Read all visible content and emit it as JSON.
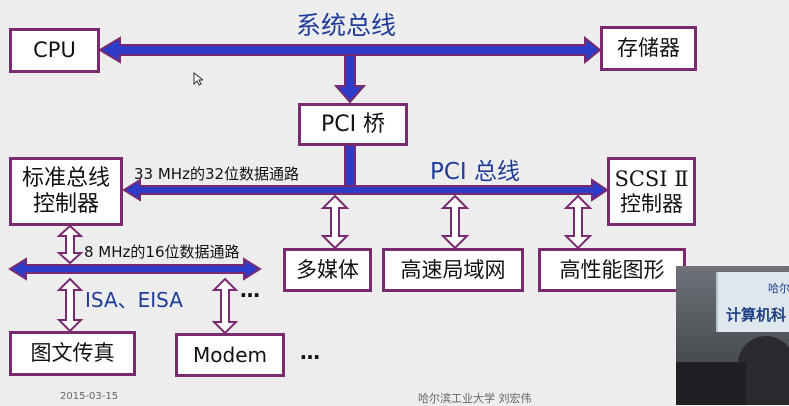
{
  "title": "系统总线",
  "nodes": {
    "cpu": "CPU",
    "memory": "存储器",
    "pci_bridge": "PCI 桥",
    "std_bus_ctrl": [
      "标准总线",
      "控制器"
    ],
    "scsi_ctrl": [
      "SCSI Ⅱ",
      "控制器"
    ],
    "multimedia": "多媒体",
    "lan": "高速局域网",
    "graphics": "高性能图形",
    "graphics_text": "图文传真",
    "modem": "Modem"
  },
  "labels": {
    "pci_bus": "PCI 总线",
    "pci_rate": "33 MHz的32位数据通路",
    "isa_rate": "8 MHz的16位数据通路",
    "isa_eisa": "ISA、EISA",
    "ellipsis_right": "…",
    "ellipsis_bottom": "…"
  },
  "footer": {
    "date": "2015-03-15",
    "author": "哈尔滨工业大学 刘宏伟"
  },
  "video": {
    "banner_top": "哈尔",
    "banner": "计算机科"
  },
  "colors": {
    "box_border": "#7a2a6e",
    "bus_fill": "#2c3cc9",
    "bus_outline": "#7a2a6e",
    "text_blue": "#1f3c9a",
    "background": "#ededed"
  }
}
